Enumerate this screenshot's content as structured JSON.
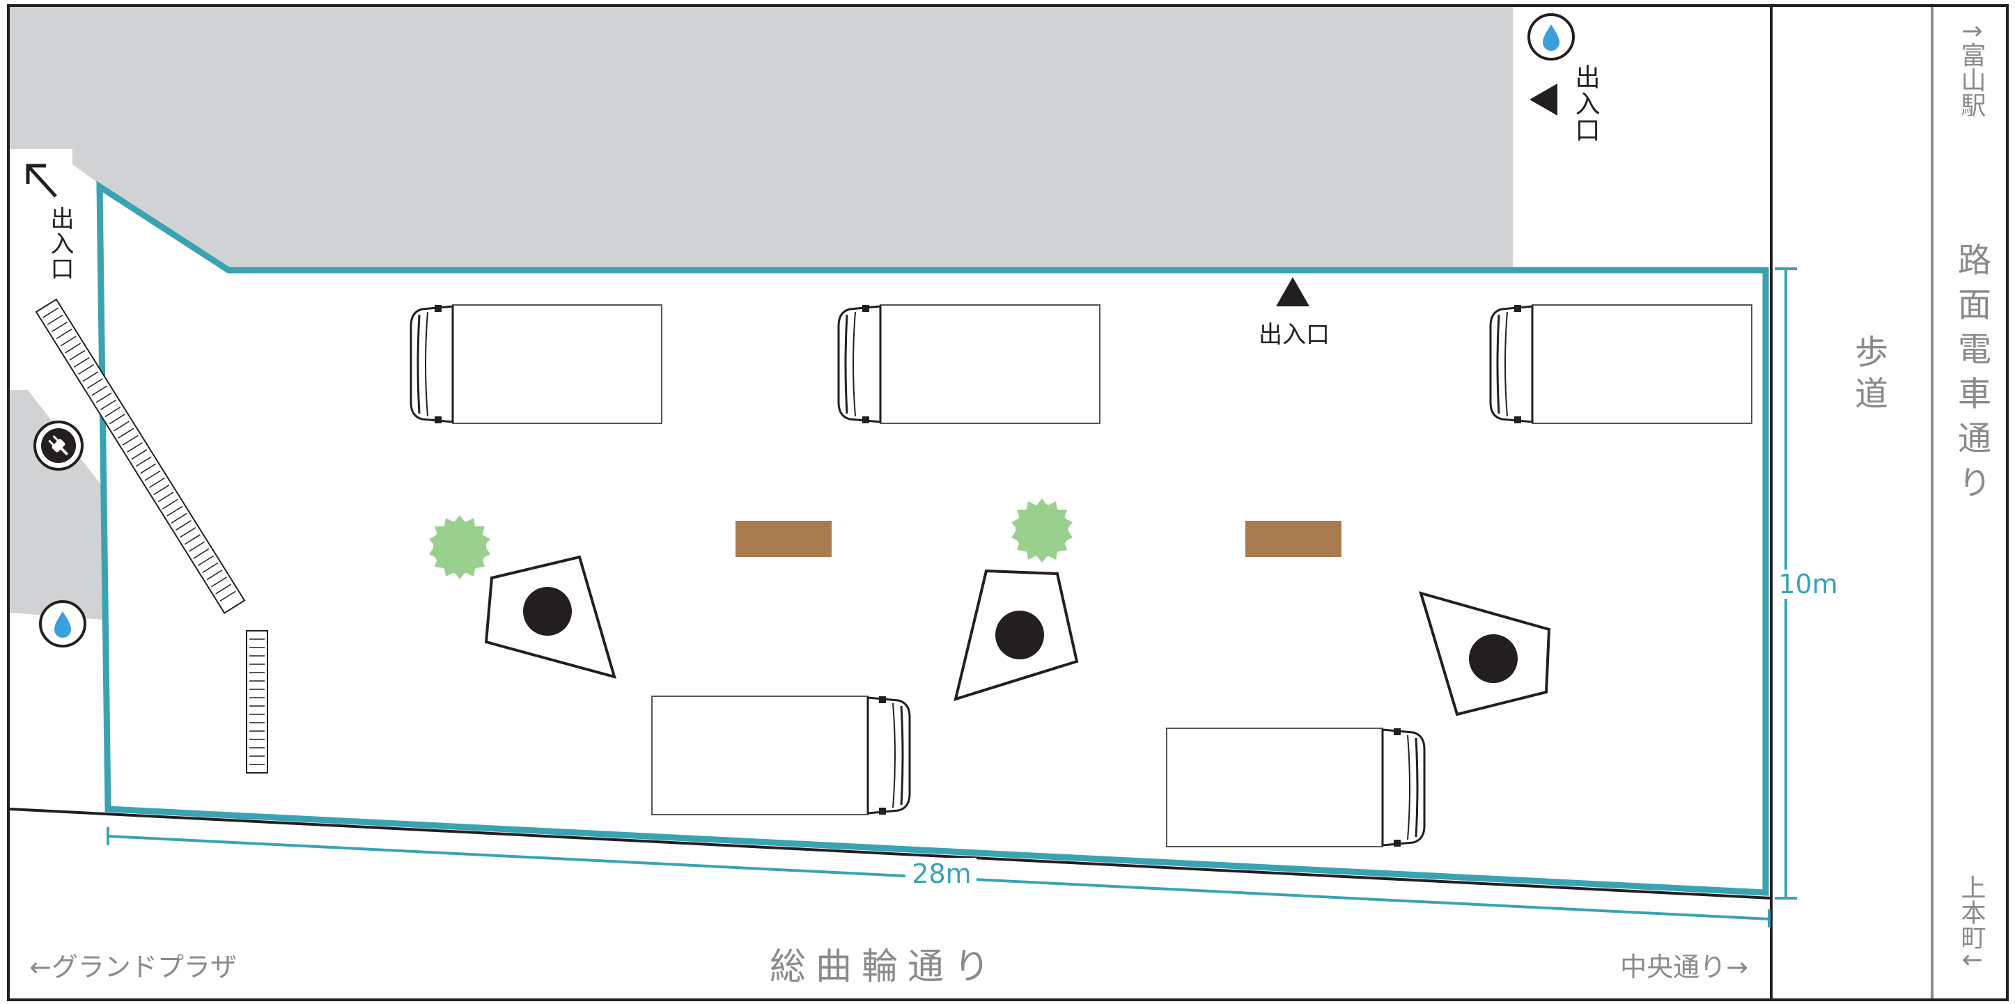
{
  "map": {
    "colors": {
      "boundary": "#3aa3b2",
      "building_gray": "#d1d2d4",
      "bench": "#a97b50",
      "tree": "#9ad08e",
      "text_gray": "#8a8a8a",
      "black": "#231f20"
    },
    "labels": {
      "entrance_top_right": "出入口",
      "entrance_top_center": "出入口",
      "entrance_left": "出入口",
      "sidewalk": "歩道",
      "tram_street": "路面電車通り",
      "toyama_station": "↑富山駅",
      "kamihoncho": "上本町↓",
      "grand_plaza": "←グランドプラザ",
      "sogawa_street": "総曲輪通り",
      "chuo_street": "中央通り→",
      "dim_width": "28m",
      "dim_height": "10m"
    },
    "icons": {
      "water_top": "water-drop-icon",
      "water_left": "water-drop-icon",
      "power": "power-plug-icon",
      "arrow_left": "triangle-left-icon",
      "arrow_up": "triangle-up-icon",
      "arrow_diag": "arrow-up-left-icon"
    },
    "trucks_count_top": 3,
    "trucks_count_bottom": 2
  }
}
